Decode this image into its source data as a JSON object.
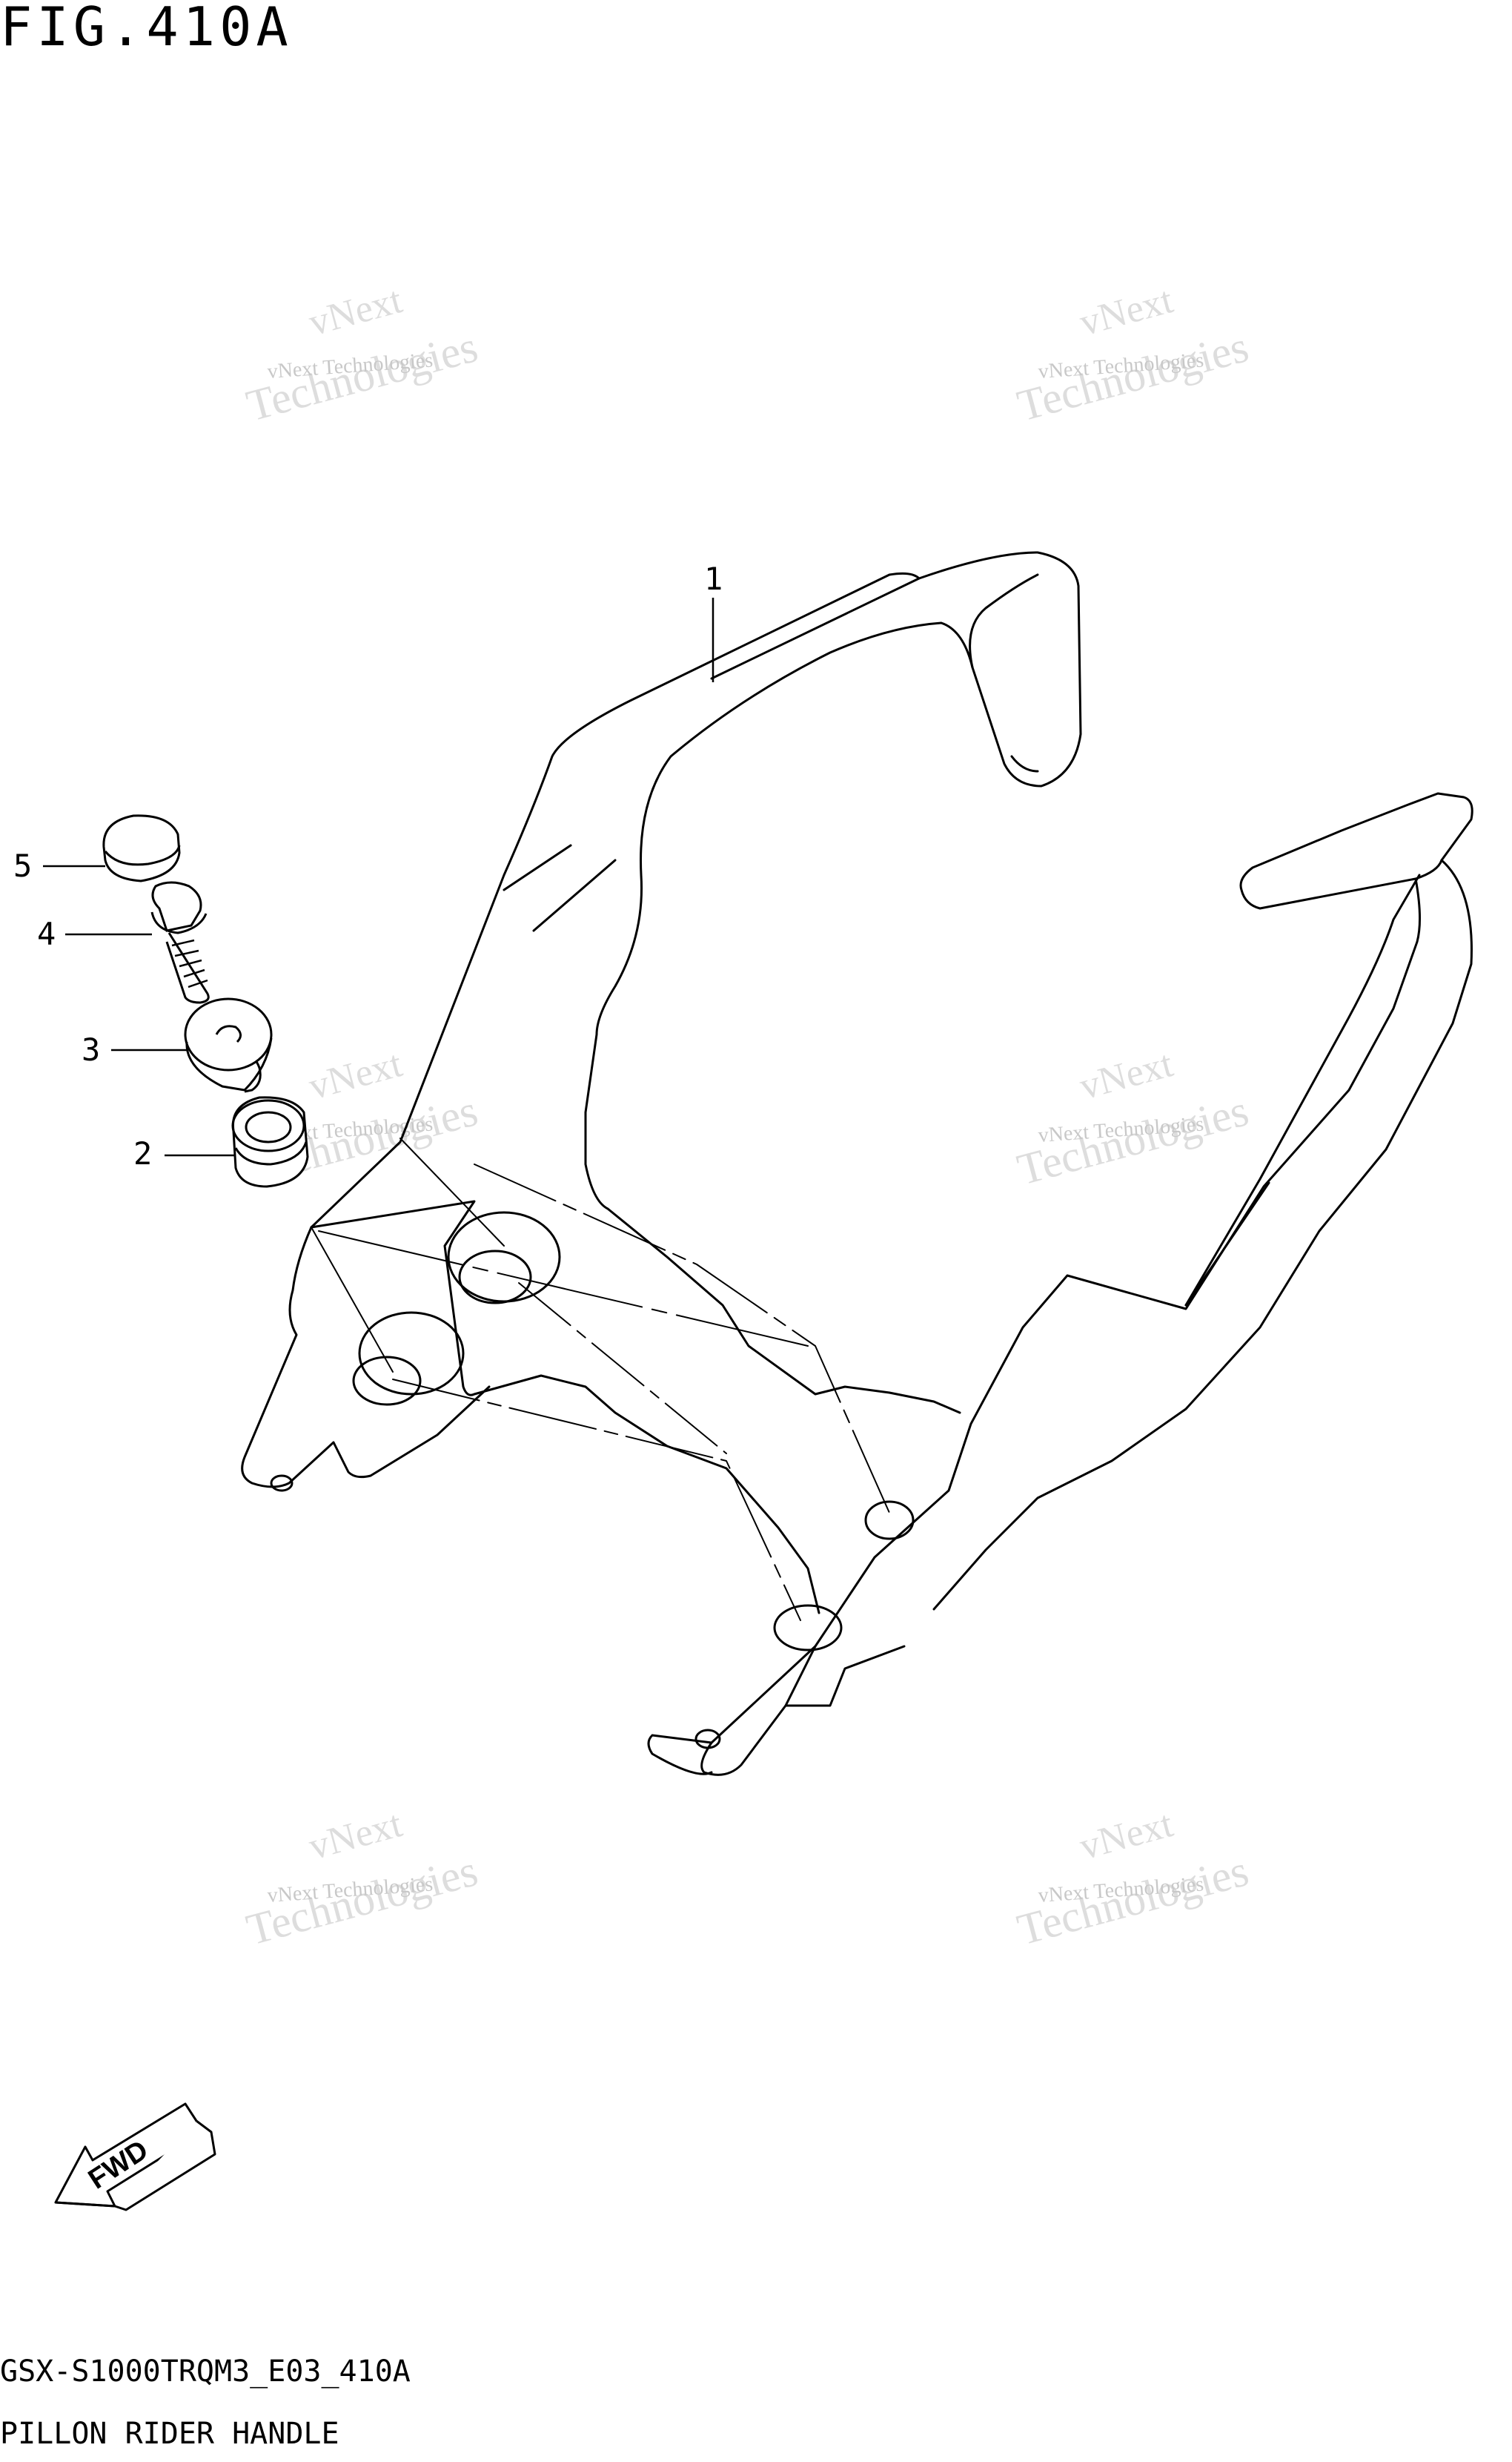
{
  "figure": {
    "title": "FIG.410A"
  },
  "footer": {
    "code": "GSX-S1000TRQM3_E03_410A",
    "description": "PILLON RIDER HANDLE"
  },
  "callouts": [
    {
      "number": "1",
      "part": "pillion-rider-handle"
    },
    {
      "number": "2",
      "part": "cushion"
    },
    {
      "number": "3",
      "part": "washer"
    },
    {
      "number": "4",
      "part": "bolt"
    },
    {
      "number": "5",
      "part": "cap"
    }
  ],
  "fwd_arrow": {
    "label": "FWD"
  },
  "watermark": {
    "line1": "vNext Technologies",
    "line2": "vNext",
    "line3": "Technologies"
  }
}
